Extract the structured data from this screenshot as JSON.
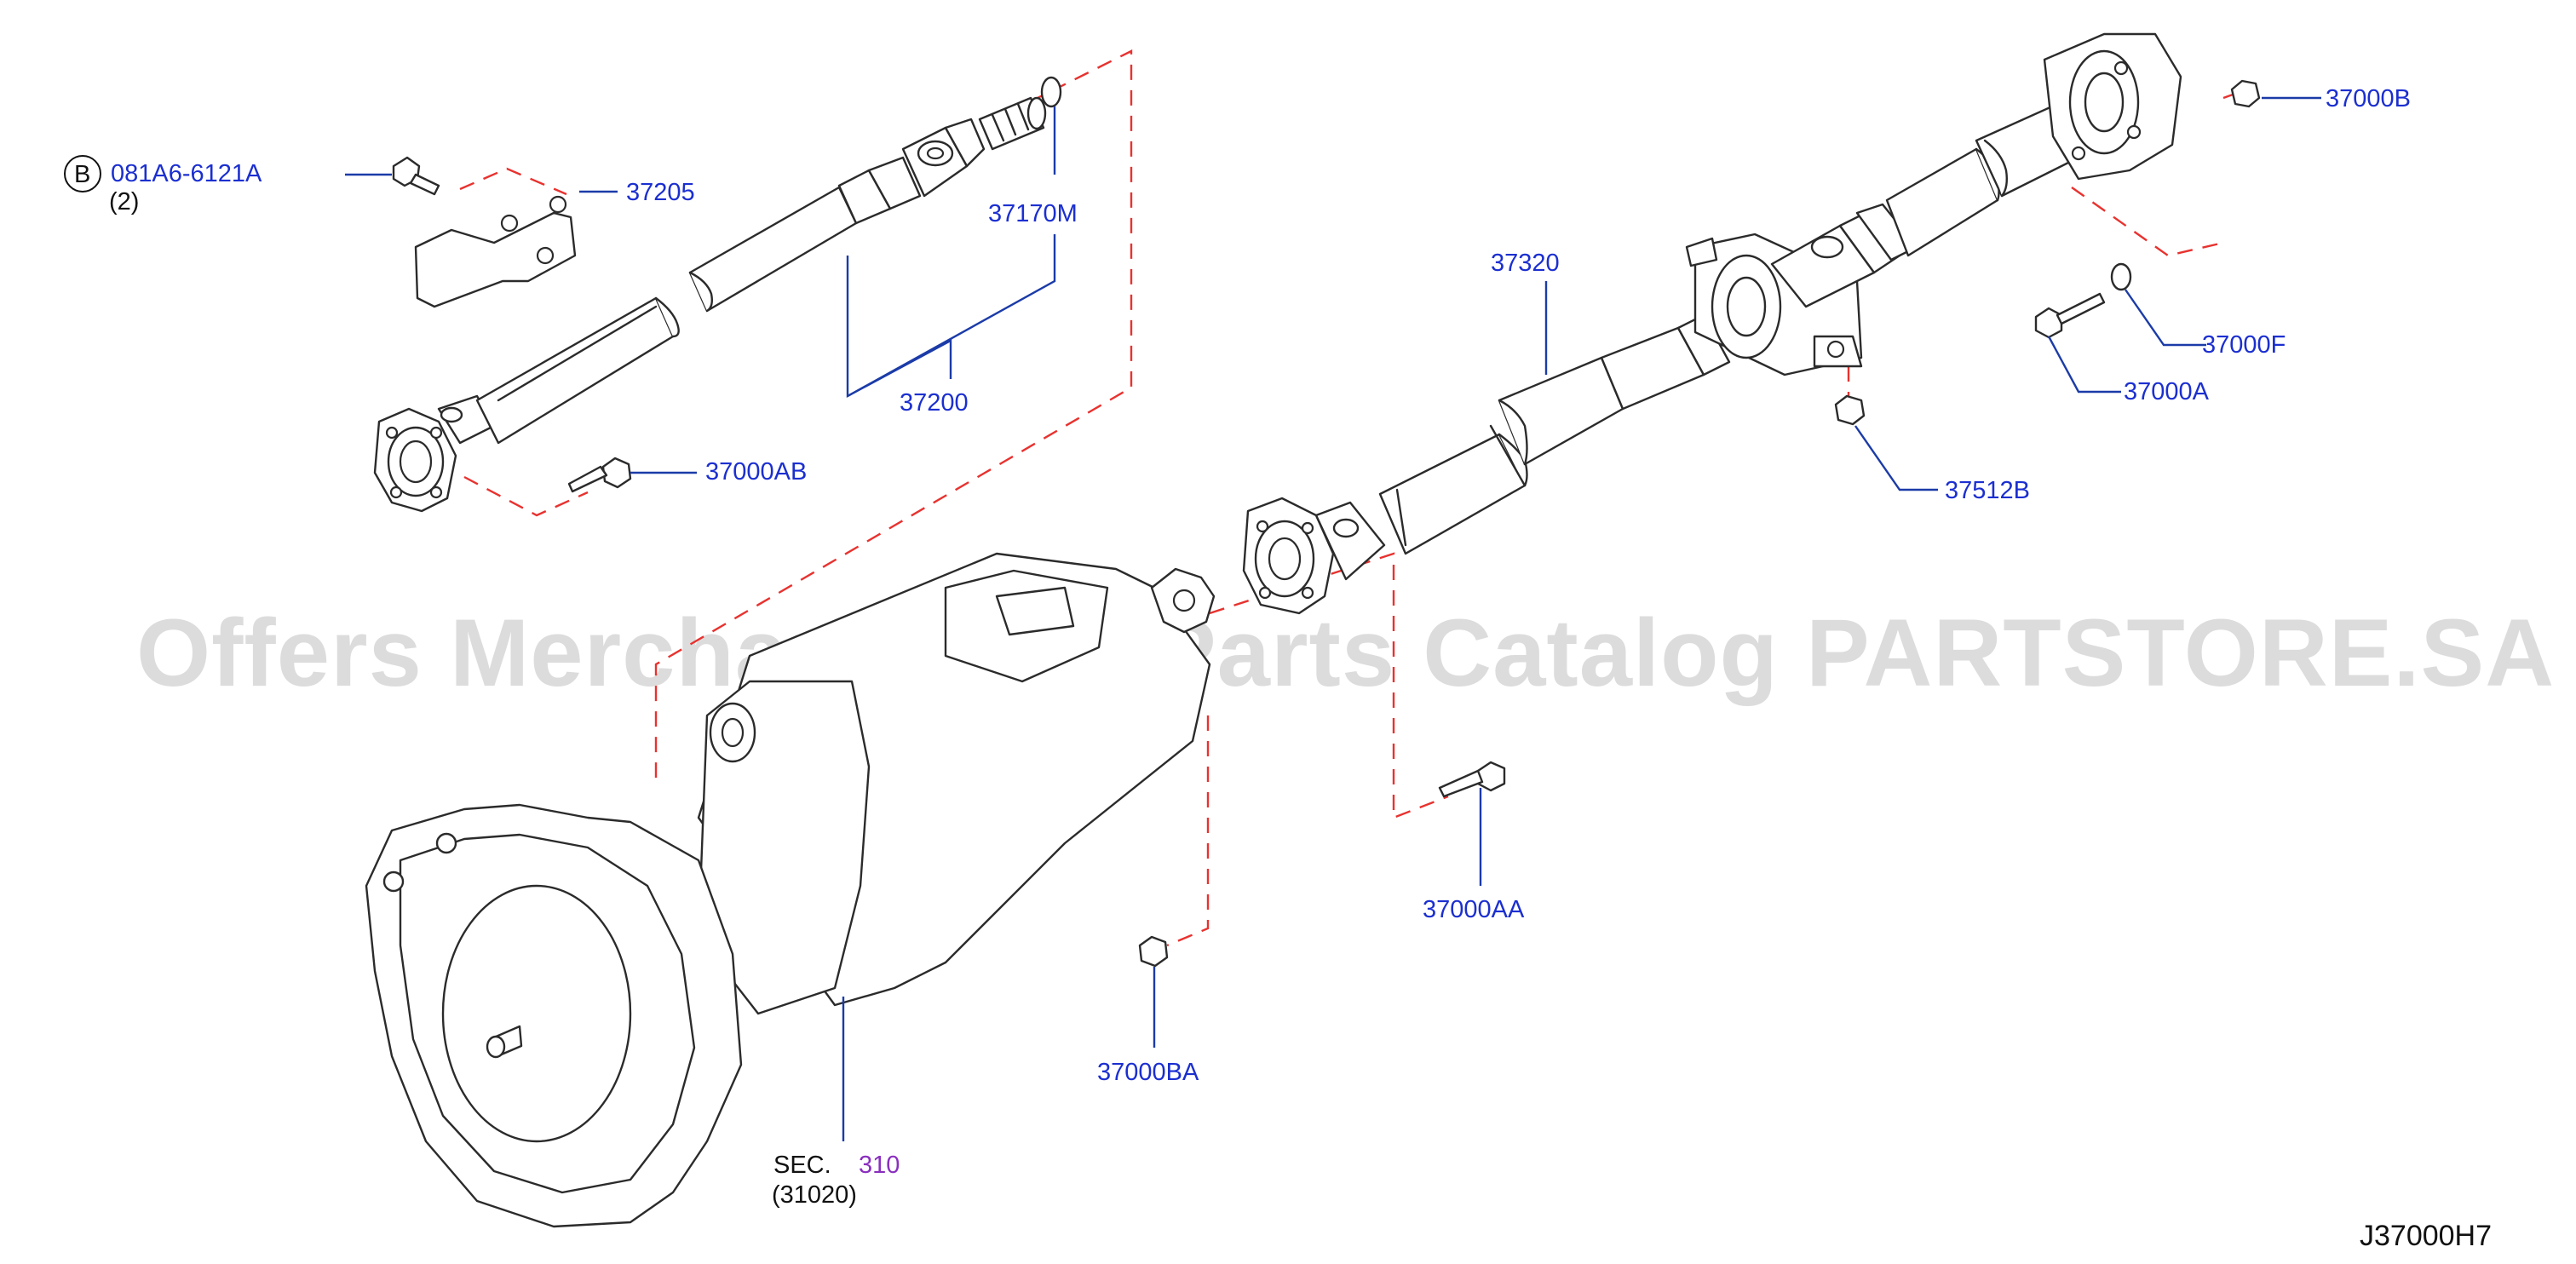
{
  "watermark": "Offers Merchant Auto Parts Catalog PARTSTORE.SA",
  "diagram_code": "J37000H7",
  "callouts": {
    "b_marker": "B",
    "bolt_081a6": "081A6-6121A",
    "bolt_081a6_qty": "(2)",
    "p37205": "37205",
    "p37170m": "37170M",
    "p37200": "37200",
    "p37000ab": "37000AB",
    "p37320": "37320",
    "p37000b": "37000B",
    "p37000f": "37000F",
    "p37000a": "37000A",
    "p37512b": "37512B",
    "p37000aa": "37000AA",
    "p37000ba": "37000BA",
    "sec_label": "SEC.",
    "sec_number": "310",
    "sec_sub": "(31020)"
  },
  "colors": {
    "callout_text": "#1b2fd0",
    "leader_line": "#1b3ba8",
    "dashed_line": "#e8322f",
    "section_ref": "#8a2fbf",
    "watermark": "#d6d6d6"
  }
}
